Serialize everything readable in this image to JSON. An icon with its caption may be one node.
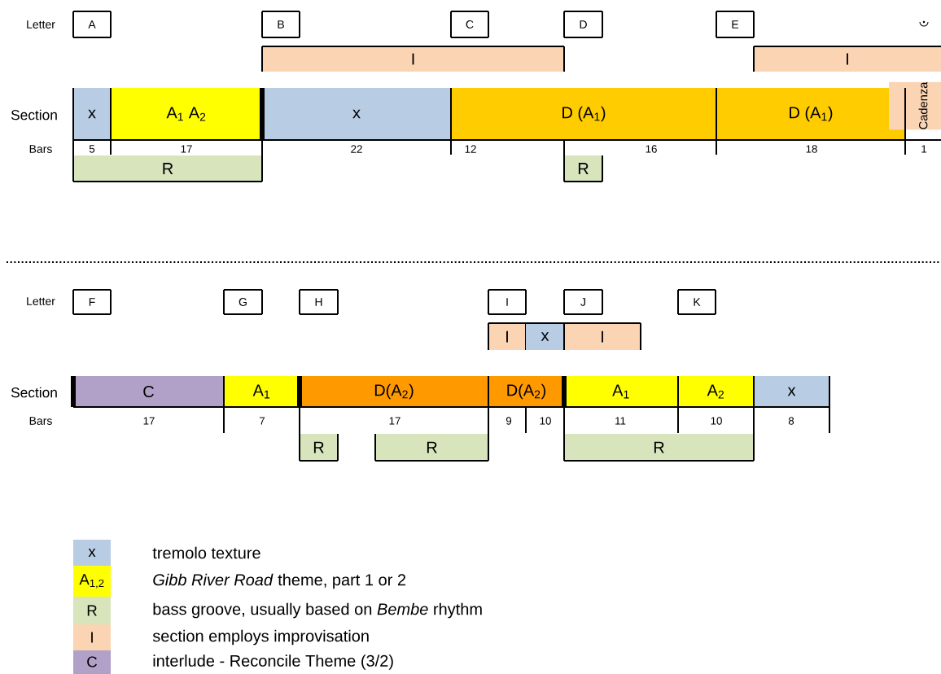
{
  "diagram": {
    "nodes": [
      {
        "text": [
          "A"
        ]
      },
      {
        "text": [
          "B"
        ]
      },
      {
        "text": [
          "C"
        ]
      },
      {
        "text": [
          "D"
        ]
      },
      {
        "text": [
          "E"
        ]
      },
      {
        "text": [
          "I"
        ]
      },
      {
        "text": [
          "I"
        ]
      },
      {
        "text": [
          "x"
        ]
      },
      {
        "text": [
          "A$_{1}$ A$_{2}$"
        ]
      },
      {
        "text": [
          "x"
        ]
      },
      {
        "text": [
          "D (A$_{1}$)"
        ]
      },
      {
        "text": [
          "D (A$_{1}$)"
        ]
      },
      {
        "text": [
          "Cadenza"
        ]
      },
      {
        "text": [
          "R"
        ]
      },
      {
        "text": [
          "R"
        ]
      },
      {
        "text": [
          "F"
        ]
      },
      {
        "text": [
          "G"
        ]
      },
      {
        "text": [
          "H"
        ]
      },
      {
        "text": [
          "I"
        ]
      },
      {
        "text": [
          "J"
        ]
      },
      {
        "text": [
          "K"
        ]
      },
      {
        "text": [
          "I"
        ]
      },
      {
        "text": [
          "x"
        ]
      },
      {
        "text": [
          "I"
        ]
      },
      {
        "text": [
          "C"
        ]
      },
      {
        "text": [
          "A$_{1}$"
        ]
      },
      {
        "text": [
          "D(A$_{2}$)"
        ]
      },
      {
        "text": [
          "D(A$_{2}$)"
        ]
      },
      {
        "text": [
          "A$_{1}$"
        ]
      },
      {
        "text": [
          "A$_{2}$"
        ]
      },
      {
        "text": [
          "x"
        ]
      },
      {
        "text": [
          "R"
        ]
      },
      {
        "text": [
          "R"
        ]
      },
      {
        "text": [
          "R"
        ]
      }
    ],
    "labels": [
      "Letter",
      "Section",
      "Bars",
      "5",
      "17",
      "22",
      "12",
      "16",
      "18",
      "1",
      "Letter",
      "Section",
      "Bars",
      "17",
      "7",
      "17",
      "9",
      "10",
      "11",
      "10",
      "8",
      "x",
      "A$_{1,2}$",
      "R",
      "I",
      "C"
    ],
    "legend": [
      {
        "text": "tremolo texture",
        "color": "#b8cce4"
      },
      {
        "text": "*Gibb River Road* theme, part 1 or 2",
        "color": "#ffff00"
      },
      {
        "text": "bass groove, usually based on *Bembe* rhythm",
        "color": "#d7e4bc"
      },
      {
        "text": "section employs improvisation",
        "color": "#fbd4b4"
      },
      {
        "text": "interlude - Reconcile Theme (3/2)",
        "color": "#b1a0c7"
      }
    ]
  }
}
